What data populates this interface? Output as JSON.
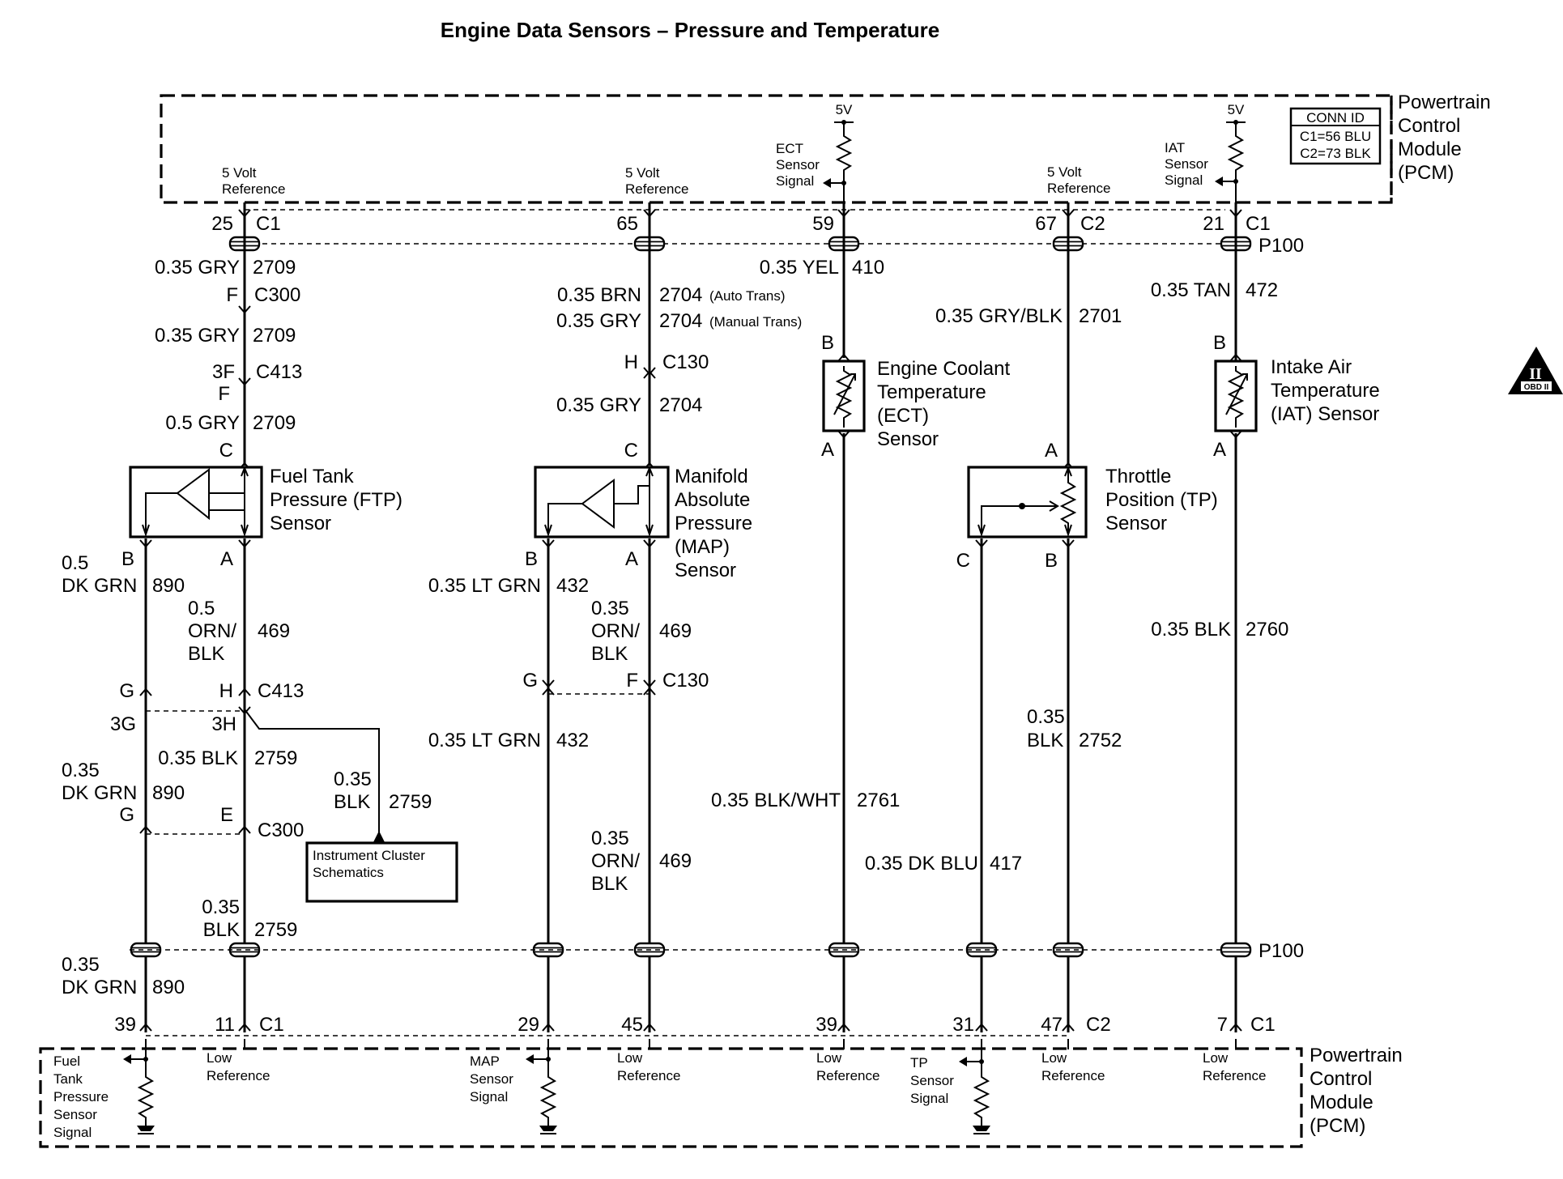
{
  "title": "Engine Data Sensors – Pressure and Temperature",
  "pcm_top": {
    "line1": "Powertrain",
    "line2": "Control",
    "line3": "Module",
    "line4": "(PCM)"
  },
  "pcm_bottom": {
    "line1": "Powertrain",
    "line2": "Control",
    "line3": "Module",
    "line4": "(PCM)"
  },
  "conn_id": {
    "header": "CONN ID",
    "c1": "C1=56 BLU",
    "c2": "C2=73 BLK"
  },
  "obd_badge": {
    "numeral": "II",
    "text": "OBD II"
  },
  "pcm_top_labels": {
    "ref1_a": "5 Volt",
    "ref1_b": "Reference",
    "ref2_a": "5 Volt",
    "ref2_b": "Reference",
    "ref3_a": "5 Volt",
    "ref3_b": "Reference",
    "ect_v": "5V",
    "ect_a": "ECT",
    "ect_b": "Sensor",
    "ect_c": "Signal",
    "iat_v": "5V",
    "iat_a": "IAT",
    "iat_b": "Sensor",
    "iat_c": "Signal"
  },
  "pcm_bottom_labels": {
    "ftp_a": "Fuel",
    "ftp_b": "Tank",
    "ftp_c": "Pressure",
    "ftp_d": "Sensor",
    "ftp_e": "Signal",
    "lr1_a": "Low",
    "lr1_b": "Reference",
    "map_a": "MAP",
    "map_b": "Sensor",
    "map_c": "Signal",
    "lr2_a": "Low",
    "lr2_b": "Reference",
    "lr3_a": "Low",
    "lr3_b": "Reference",
    "tp_a": "TP",
    "tp_b": "Sensor",
    "tp_c": "Signal",
    "lr4_a": "Low",
    "lr4_b": "Reference",
    "lr5_a": "Low",
    "lr5_b": "Reference"
  },
  "top_pins": {
    "p25": "25",
    "c1a": "C1",
    "p65": "65",
    "p59": "59",
    "p67": "67",
    "c2": "C2",
    "p21": "21",
    "c1b": "C1",
    "p100": "P100"
  },
  "bottom_pins": {
    "p39a": "39",
    "p11": "11",
    "c1a": "C1",
    "p29": "29",
    "p45": "45",
    "p39b": "39",
    "p31": "31",
    "p47": "47",
    "c2": "C2",
    "p7": "7",
    "c1b": "C1",
    "p100": "P100"
  },
  "ftp_branch": {
    "w1_gauge": "0.35 GRY",
    "w1_ckt": "2709",
    "f": "F",
    "c300": "C300",
    "w2_gauge": "0.35 GRY",
    "w2_ckt": "2709",
    "p3f": "3F",
    "c413": "C413",
    "f2": "F",
    "w3_gauge": "0.5 GRY",
    "w3_ckt": "2709",
    "pin_c": "C",
    "sensor_a": "Fuel Tank",
    "sensor_b": "Pressure (FTP)",
    "sensor_c": "Sensor",
    "pin_b": "B",
    "pin_a": "A",
    "w4_a": "0.5",
    "w4_b": "DK GRN",
    "w4_ckt": "890",
    "w5_a": "0.5",
    "w5_b": "ORN/",
    "w5_c": "BLK",
    "w5_ckt": "469",
    "pin_g": "G",
    "pin_h": "H",
    "c413b": "C413",
    "pin_3g": "3G",
    "pin_3h": "3H",
    "w6_gauge": "0.35 BLK",
    "w6_ckt": "2759",
    "w7_a": "0.35",
    "w7_b": "DK GRN",
    "w7_ckt": "890",
    "w8_a": "0.35",
    "w8_b": "BLK",
    "w8_ckt": "2759",
    "pin_g2": "G",
    "pin_e": "E",
    "c300b": "C300",
    "cluster_a": "Instrument Cluster",
    "cluster_b": "Schematics",
    "w9_a": "0.35",
    "w9_b": "BLK",
    "w9_ckt": "2759",
    "w10_a": "0.35",
    "w10_b": "DK GRN",
    "w10_ckt": "890"
  },
  "map_branch": {
    "w1_gauge": "0.35 BRN",
    "w1_ckt": "2704",
    "w1_note": "(Auto Trans)",
    "w2_gauge": "0.35 GRY",
    "w2_ckt": "2704",
    "w2_note": "(Manual Trans)",
    "pin_h": "H",
    "c130": "C130",
    "w3_gauge": "0.35 GRY",
    "w3_ckt": "2704",
    "pin_c": "C",
    "sensor_a": "Manifold",
    "sensor_b": "Absolute",
    "sensor_c": "Pressure",
    "sensor_d": "(MAP)",
    "sensor_e": "Sensor",
    "pin_b": "B",
    "pin_a": "A",
    "w4_gauge": "0.35 LT GRN",
    "w4_ckt": "432",
    "w5_a": "0.35",
    "w5_b": "ORN/",
    "w5_c": "BLK",
    "w5_ckt": "469",
    "pin_g": "G",
    "pin_f": "F",
    "c130b": "C130",
    "w6_gauge": "0.35 LT GRN",
    "w6_ckt": "432",
    "w7_a": "0.35",
    "w7_b": "ORN/",
    "w7_c": "BLK",
    "w7_ckt": "469"
  },
  "ect_branch": {
    "w1_gauge": "0.35 YEL",
    "w1_ckt": "410",
    "pin_b": "B",
    "pin_a": "A",
    "sensor_a": "Engine Coolant",
    "sensor_b": "Temperature",
    "sensor_c": "(ECT)",
    "sensor_d": "Sensor",
    "w2_gauge": "0.35 BLK/WHT",
    "w2_ckt": "2761"
  },
  "tp_branch": {
    "w1_gauge": "0.35 GRY/BLK",
    "w1_ckt": "2701",
    "pin_a": "A",
    "pin_c": "C",
    "pin_b": "B",
    "sensor_a": "Throttle",
    "sensor_b": "Position (TP)",
    "sensor_c": "Sensor",
    "w2_gauge": "0.35 DK BLU",
    "w2_ckt": "417",
    "w3_a": "0.35",
    "w3_b": "BLK",
    "w3_ckt": "2752"
  },
  "iat_branch": {
    "w1_gauge": "0.35 TAN",
    "w1_ckt": "472",
    "pin_b": "B",
    "pin_a": "A",
    "sensor_a": "Intake Air",
    "sensor_b": "Temperature",
    "sensor_c": "(IAT) Sensor",
    "w2_gauge": "0.35 BLK",
    "w2_ckt": "2760"
  }
}
